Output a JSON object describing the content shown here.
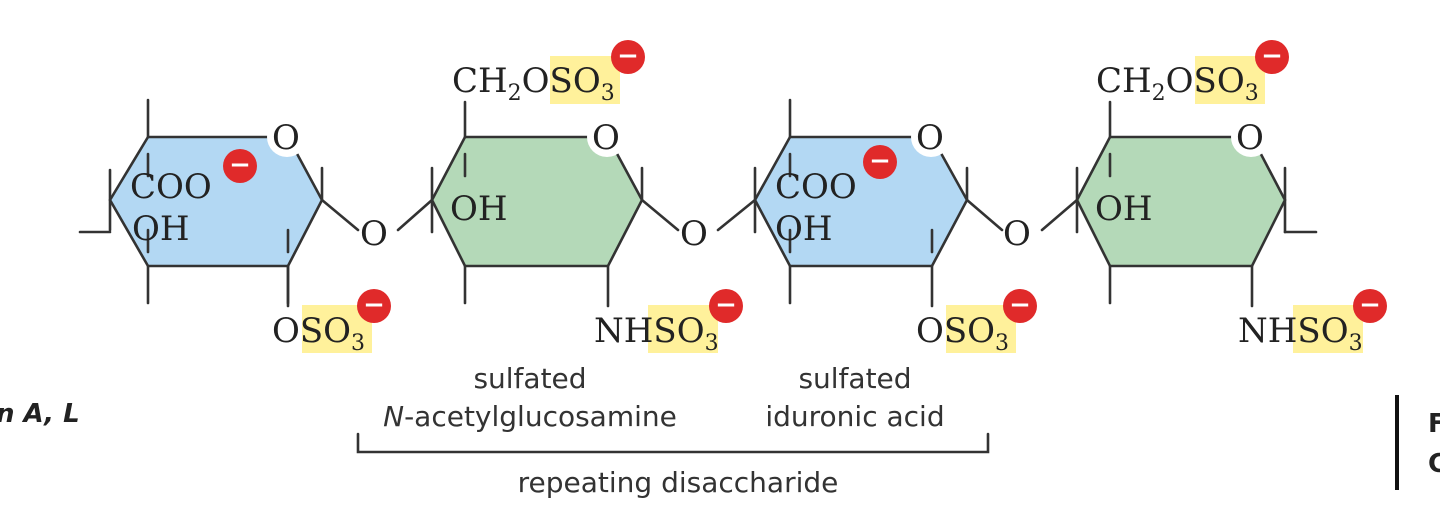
{
  "colors": {
    "uronic_ring": "#b3d8f3",
    "glucosamine_ring": "#b4d9b8",
    "sulfate_highlight": "#fff19b",
    "negative_charge": "#e02a2a"
  },
  "units": [
    {
      "kind": "uronic",
      "carboxyl": "COO",
      "hydroxyl": "OH",
      "ring_oxygen": "O",
      "sulfate_prefix": "O",
      "sulfate": "SO",
      "sulfate_sub": "3"
    },
    {
      "kind": "glucosamine",
      "top_group": "CH",
      "top_sub": "2",
      "top_o": "O",
      "top_sulfate": "SO",
      "top_sulfate_sub": "3",
      "hydroxyl": "OH",
      "ring_oxygen": "O",
      "amine_prefix": "NH",
      "amine_sulfate": "SO",
      "amine_sulfate_sub": "3"
    },
    {
      "kind": "uronic",
      "carboxyl": "COO",
      "hydroxyl": "OH",
      "ring_oxygen": "O",
      "sulfate_prefix": "O",
      "sulfate": "SO",
      "sulfate_sub": "3"
    },
    {
      "kind": "glucosamine",
      "top_group": "CH",
      "top_sub": "2",
      "top_o": "O",
      "top_sulfate": "SO",
      "top_sulfate_sub": "3",
      "hydroxyl": "OH",
      "ring_oxygen": "O",
      "amine_prefix": "NH",
      "amine_sulfate": "SO",
      "amine_sulfate_sub": "3"
    }
  ],
  "glycosidic_links": [
    "O",
    "O",
    "O"
  ],
  "charge_symbol": "−",
  "labels": {
    "glucosamine_line1": "sulfated",
    "glucosamine_italic": "N",
    "glucosamine_line2": "-acetylglucosamine",
    "iduronic_line1": "sulfated",
    "iduronic_line2": "iduronic acid",
    "repeat": "repeating disaccharide"
  },
  "edge_fragments": {
    "left": "n A, L",
    "right_top": "F",
    "right_bottom": "C"
  }
}
